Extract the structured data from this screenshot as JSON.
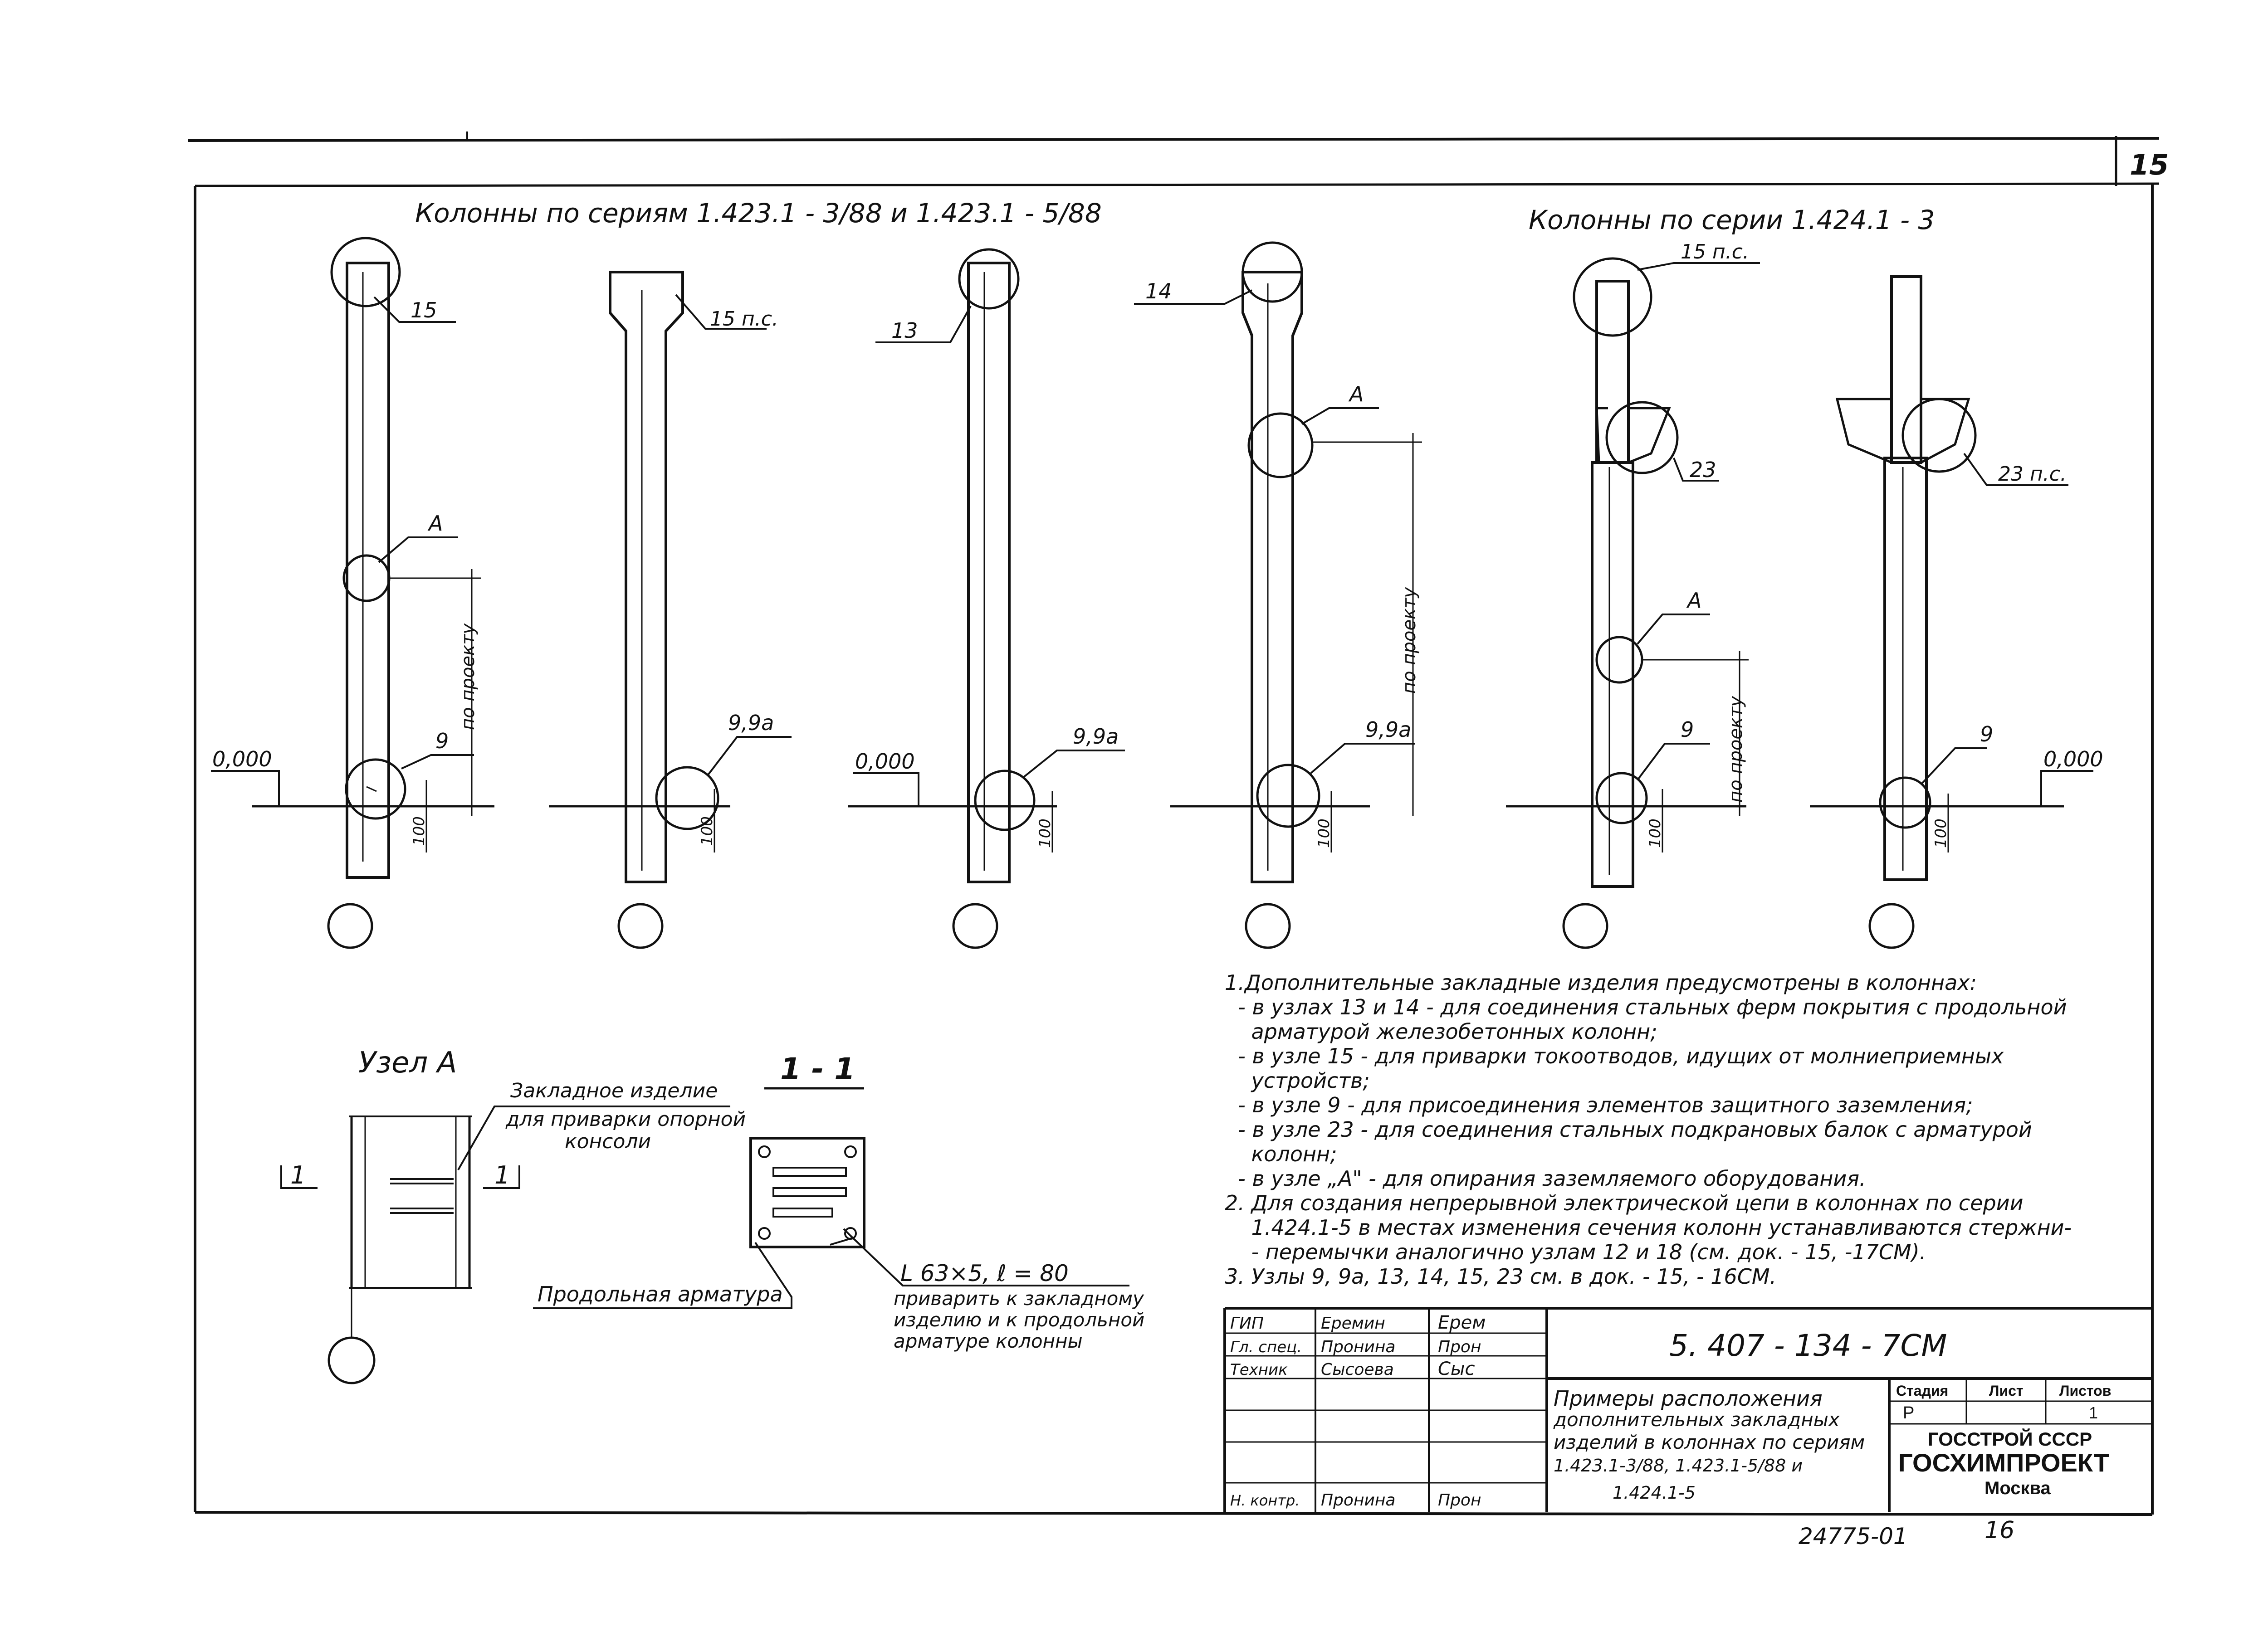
{
  "sheet_number": "15",
  "titles": {
    "series_left": "Колонны  по  сериям   1.423.1 - 3/88  и  1.423.1 - 5/88",
    "series_right": "Колонны   по   серии   1.424.1 - 3"
  },
  "column_labels": {
    "c1_top": "15",
    "c1_a": "A",
    "c1_bottom": "9",
    "c1_level": "0,000",
    "c1_dim": "100",
    "c1_proj": "по проекту",
    "c2_top": "15 п.с.",
    "c2_bottom": "9,9a",
    "c2_dim": "100",
    "c3_top": "13",
    "c3_bottom": "9,9a",
    "c3_level": "0,000",
    "c3_dim": "100",
    "c4_top": "14",
    "c4_a": "A",
    "c4_bottom": "9,9a",
    "c4_dim": "100",
    "c4_proj": "по проекту",
    "c5_top": "15 п.с.",
    "c5_mid": "23",
    "c5_a": "A",
    "c5_bottom": "9",
    "c5_dim": "100",
    "c5_proj": "по проекту",
    "c6_mid": "23 п.с.",
    "c6_bottom": "9",
    "c6_level": "0,000",
    "c6_dim": "100"
  },
  "node_a": {
    "title": "Узел  A",
    "embed_label_1": "Закладное изделие",
    "embed_label_2": "для приварки опорной",
    "embed_label_3": "консоли",
    "section_mark": "1"
  },
  "section_1_1": {
    "title": "1 - 1",
    "rebar_label": "Продольная арматура",
    "angle_label": "L 63×5,  ℓ = 80",
    "weld_1": "приварить к закладному",
    "weld_2": "изделию и к продольной",
    "weld_3": "арматуре  колонны"
  },
  "notes": [
    "1.Дополнительные закладные изделия предусмотрены в колоннах:",
    "  - в узлах 13 и 14 - для соединения стальных ферм покрытия с продольной",
    "    арматурой железобетонных колонн;",
    "  - в узле 15 - для приварки токоотводов, идущих от молниеприемных",
    "    устройств;",
    "  - в узле 9 - для присоединения элементов защитного заземления;",
    "  - в узле 23 - для соединения стальных подкрановых балок с арматурой",
    "    колонн;",
    "  - в узле „A\" - для опирания заземляемого оборудования.",
    "2. Для создания непрерывной электрической цепи в колоннах по серии",
    "    1.424.1-5 в местах изменения сечения колонн устанавливаются стержни-",
    "    - перемычки аналогично узлам 12 и 18 (см. док. - 15, -17CM).",
    "3. Узлы 9, 9a, 13, 14, 15, 23 см. в док. - 15, - 16CM."
  ],
  "title_block": {
    "doc_code": "5. 407  -  134 - 7CM",
    "roles": [
      "ГИП",
      "Гл. спец.",
      "Техник",
      "",
      "",
      "Н. контр."
    ],
    "names": [
      "Еремин",
      "Пронина",
      "Сысоева",
      "",
      "",
      "Пронина"
    ],
    "signatures": [
      "Ерем",
      "Прон",
      "Сыс",
      "",
      "",
      "Прон"
    ],
    "description": [
      "Примеры расположения",
      "дополнительных закладных",
      "изделий в колоннах по сериям",
      "1.423.1-3/88, 1.423.1-5/88 и",
      "1.424.1-5"
    ],
    "stage_header": "Стадия",
    "sheet_header": "Лист",
    "sheets_header": "Листов",
    "stage": "Р",
    "sheet": "1",
    "sheets": "",
    "org_1": "ГОССТРОЙ СССР",
    "org_2": "ГОСХИМПРОЕКТ",
    "org_3": "Москва"
  },
  "footer": {
    "archive_no": "24775-01",
    "page": "16"
  }
}
